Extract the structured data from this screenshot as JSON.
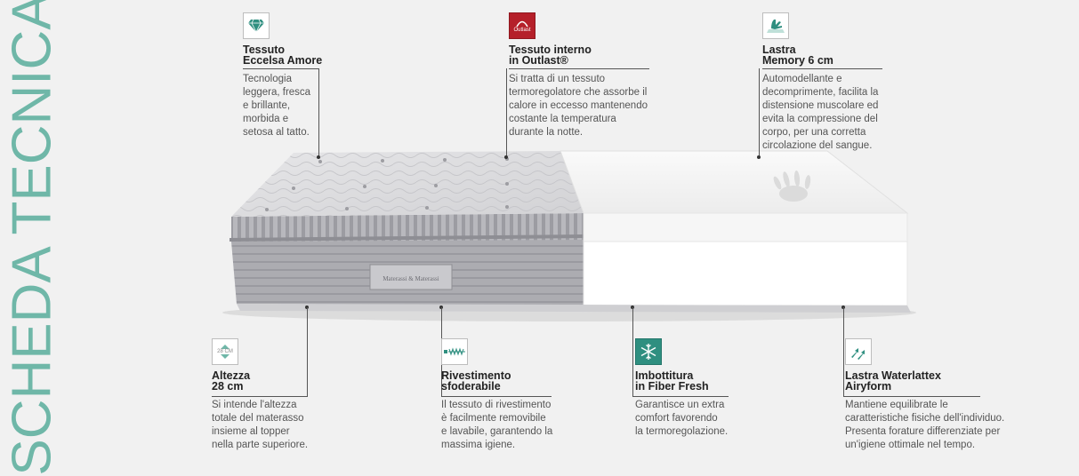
{
  "page": {
    "vertical_title": "SCHEDA TECNICA",
    "label_brand": "Materassi & Materassi"
  },
  "features_top": [
    {
      "icon": "diamond-icon",
      "title": "Tessuto\nEccelsa Amore",
      "desc": "Tecnologia\nleggera, fresca\ne brillante,\nmorbida e\nsetosa al tatto."
    },
    {
      "icon": "outlast-logo-icon",
      "icon_text": "Outlast",
      "title": "Tessuto interno\nin Outlast®",
      "desc": "Si tratta di un tessuto\ntermoregolatore che assorbe il\ncalore in eccesso mantenendo\ncostante la temperatura\ndurante la notte."
    },
    {
      "icon": "hand-press-icon",
      "title": "Lastra\nMemory 6 cm",
      "desc": "Automodellante e\ndecomprimente, facilita la\ndistensione muscolare ed\nevita la compressione del\ncorpo, per una corretta\ncircolazione del sangue."
    }
  ],
  "features_bottom": [
    {
      "icon": "height-arrows-icon",
      "icon_text": "28 CM",
      "title": "Altezza\n28 cm",
      "desc": "Si intende l'altezza\ntotale del materasso\ninsieme al topper\nnella parte superiore."
    },
    {
      "icon": "zipper-icon",
      "title": "Rivestimento\nsfoderabile",
      "desc": "Il tessuto di rivestimento\nè facilmente removibile\ne lavabile, garantendo la\nmassima igiene."
    },
    {
      "icon": "snowflake-icon",
      "title": "Imbottitura\nin Fiber Fresh",
      "desc": "Garantisce un extra\ncomfort favorendo\nla termoregolazione."
    },
    {
      "icon": "airflow-arrows-icon",
      "title": "Lastra Waterlattex\nAiryform",
      "desc": "Mantiene equilibrate le\ncaratteristiche fisiche dell'individuo.\nPresenta forature differenziate per\nun'igiene ottimale nel tempo."
    }
  ],
  "colors": {
    "accent": "#6fb7a8",
    "line": "#555555",
    "icon_teal": "#2f8f80"
  }
}
